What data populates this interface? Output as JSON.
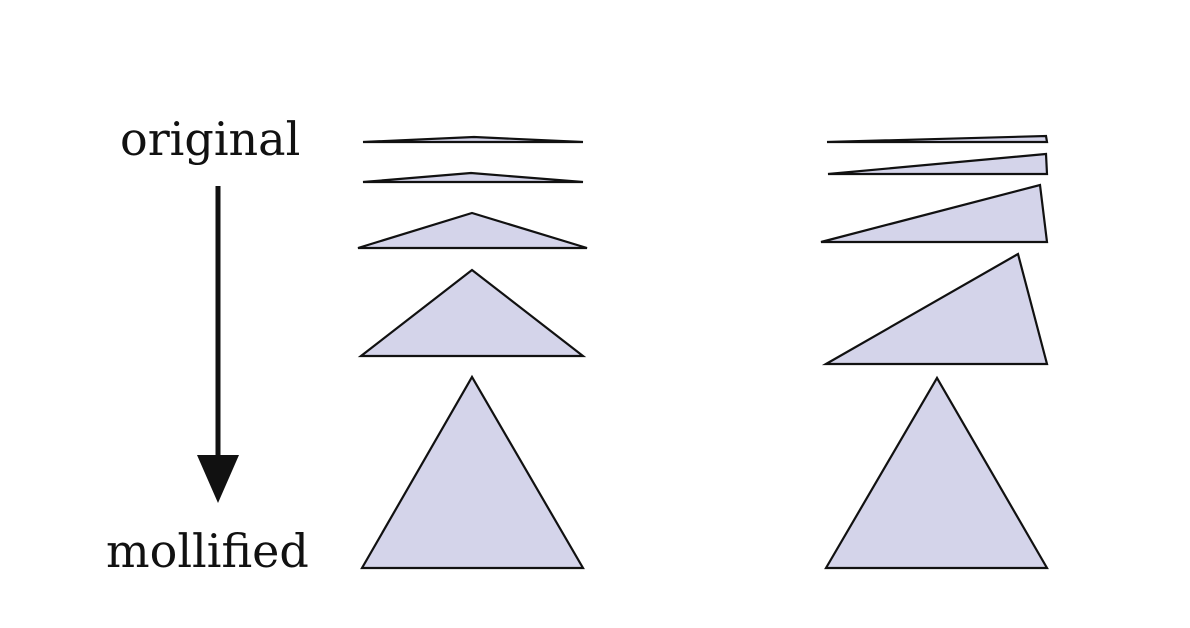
{
  "labels": {
    "top": "original",
    "bottom": "mollified"
  },
  "colors": {
    "triangle_fill": "#d4d4ea",
    "stroke": "#111111",
    "background": "#ffffff"
  },
  "diagram": {
    "arrow_direction": "down",
    "columns": [
      {
        "name": "symmetric-sequence",
        "stages": 5
      },
      {
        "name": "skewed-sequence",
        "stages": 5
      }
    ]
  }
}
